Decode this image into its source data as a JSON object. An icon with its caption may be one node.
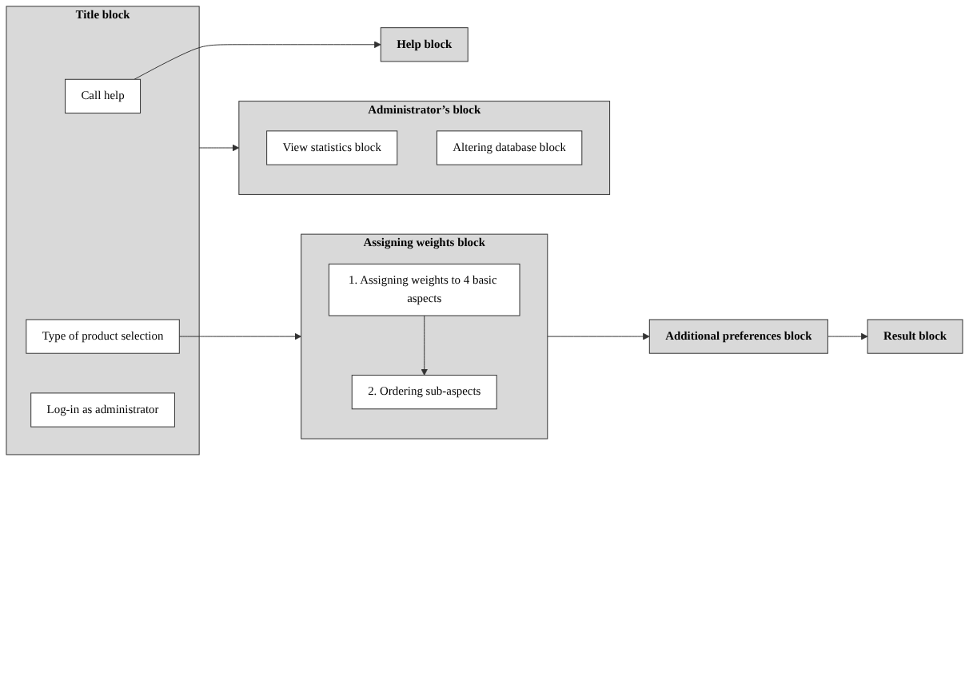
{
  "diagram": {
    "nodes": [
      {
        "text": [
          "Title block"
        ]
      },
      {
        "text": [
          "Call help"
        ],
        "in": 0
      },
      {
        "text": [
          "Type of product selection"
        ],
        "in": 0
      },
      {
        "text": [
          "Log-in as administrator"
        ],
        "in": 0
      },
      {
        "text": [
          "Help block"
        ]
      },
      {
        "text": [
          "Assigning weights block"
        ]
      },
      {
        "text": [
          "1. Assigning weights to 4 basic aspects"
        ],
        "in": 5
      },
      {
        "text": [
          "2. Ordering sub-aspects"
        ],
        "in": 5
      },
      {
        "text": [
          "Additional preferences block"
        ]
      },
      {
        "text": [
          "Result block"
        ]
      },
      {
        "text": [
          "Administrator’s block"
        ]
      },
      {
        "text": [
          "View statistics block"
        ],
        "in": 10
      },
      {
        "text": [
          "Altering database block"
        ],
        "in": 10
      }
    ],
    "edges": [
      {
        "from": 1,
        "to": 4,
        "arrow": "to"
      },
      {
        "from": 2,
        "to": 5,
        "arrow": "to"
      },
      {
        "from": 6,
        "to": 7,
        "arrow": "to"
      },
      {
        "from": 5,
        "to": 8,
        "arrow": "to"
      },
      {
        "from": 8,
        "to": 9,
        "arrow": "to"
      },
      {
        "from": 0,
        "to": 10,
        "arrow": "to"
      }
    ]
  }
}
